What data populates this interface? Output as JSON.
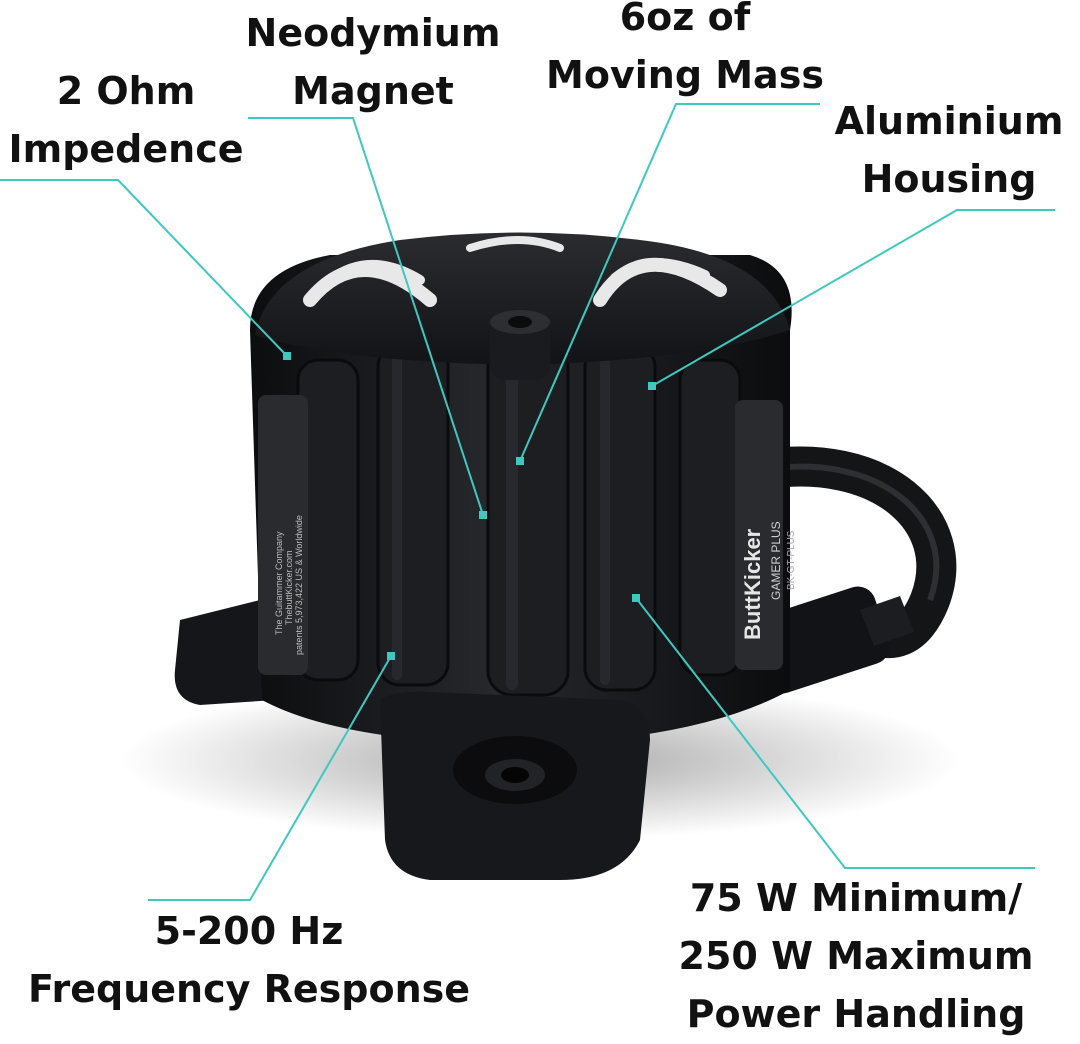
{
  "colors": {
    "callout_line": "#3ec8c0",
    "body": "#17181b",
    "accent_white": "#e8e8e8",
    "text": "#111111"
  },
  "product": {
    "brand_label": "ButtKicker",
    "model_label": "GAMER PLUS",
    "model_code": "BK-GT-PLUS",
    "side_label_lines": [
      "The Guitammer Company",
      "ThebuttKicker.com",
      "patents 5,973,422 US & Worldwide"
    ]
  },
  "callouts": {
    "impedance": [
      "2 Ohm",
      "Impedence"
    ],
    "magnet": [
      "Neodymium",
      "Magnet"
    ],
    "mass": [
      "6oz of",
      "Moving Mass"
    ],
    "housing": [
      "Aluminium",
      "Housing"
    ],
    "frequency": [
      "5-200 Hz",
      "Frequency Response"
    ],
    "power": [
      "75 W Minimum/",
      "250 W Maximum",
      "Power Handling"
    ]
  }
}
